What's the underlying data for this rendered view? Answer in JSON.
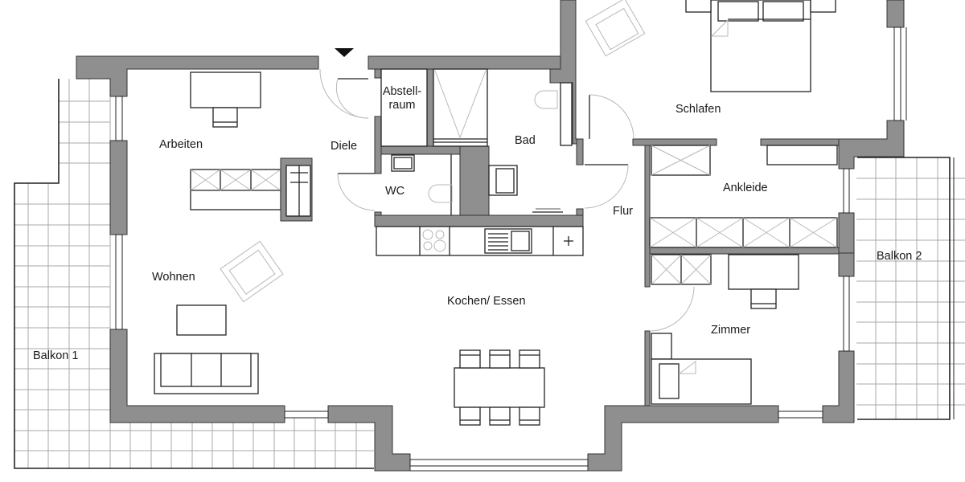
{
  "plan": {
    "type": "apartment floor plan",
    "colors": {
      "wall_fill": "#8f8f8f",
      "line": "#222222",
      "tile_grid": "#a8a8a8",
      "background": "#ffffff"
    },
    "rooms": {
      "arbeiten": "Arbeiten",
      "diele": "Diele",
      "abstellraum_line1": "Abstell-",
      "abstellraum_line2": "raum",
      "bad": "Bad",
      "wc": "WC",
      "flur": "Flur",
      "schlafen": "Schlafen",
      "ankleide": "Ankleide",
      "wohnen": "Wohnen",
      "kochen_essen": "Kochen/ Essen",
      "zimmer": "Zimmer",
      "balkon_1": "Balkon 1",
      "balkon_2": "Balkon 2"
    },
    "symbols": {
      "entrance": "entrance-arrow-icon"
    }
  }
}
